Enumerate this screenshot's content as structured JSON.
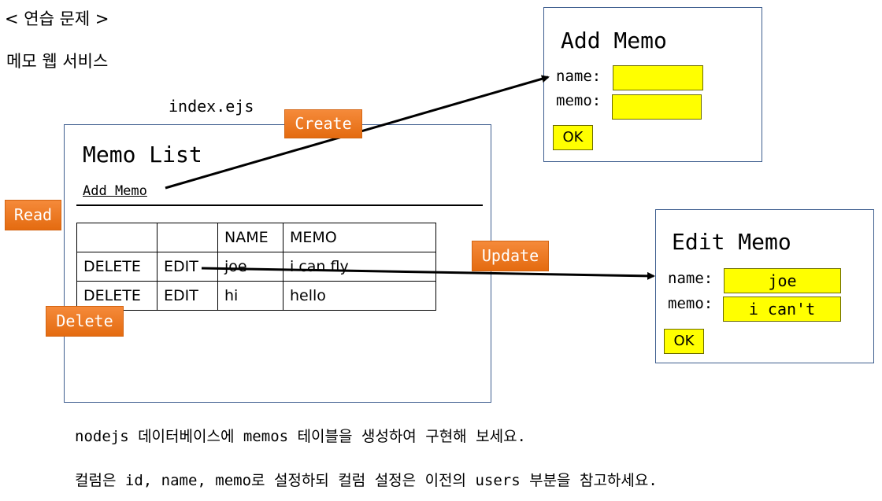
{
  "heading": "< 연습 문제 >",
  "subtitle": "메모 웹 서비스",
  "filename": "index.ejs",
  "memo_list": {
    "title": "Memo List",
    "add_link": "Add Memo",
    "table": {
      "headers": [
        "",
        "",
        "NAME",
        "MEMO"
      ],
      "rows": [
        [
          "DELETE",
          "EDIT",
          "joe",
          "i can fly"
        ],
        [
          "DELETE",
          "EDIT",
          "hi",
          "hello"
        ]
      ]
    }
  },
  "add_memo": {
    "title": "Add Memo",
    "name_label": "name:",
    "memo_label": "memo:",
    "name_value": "",
    "memo_value": "",
    "ok_label": "OK"
  },
  "edit_memo": {
    "title": "Edit Memo",
    "name_label": "name:",
    "memo_label": "memo:",
    "name_value": "joe",
    "memo_value": "i can't",
    "ok_label": "OK"
  },
  "crud_tags": {
    "create": "Create",
    "read": "Read",
    "update": "Update",
    "delete": "Delete"
  },
  "instructions": [
    "nodejs 데이터베이스에 memos 테이블을 생성하여 구현해 보세요.",
    "컬럼은 id, name, memo로 설정하되 컬럼 설정은 이전의 users 부분을 참고하세요."
  ],
  "colors": {
    "field_fill": "#ffff00",
    "tag_fill": "#e97a22",
    "frame_border": "#3d5d8e"
  }
}
